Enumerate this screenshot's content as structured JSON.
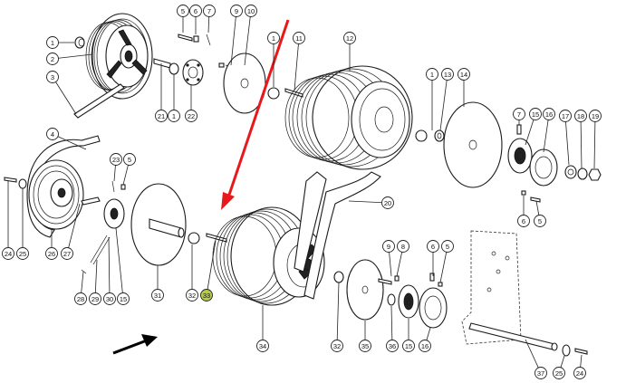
{
  "diagram": {
    "callouts": [
      {
        "n": "1"
      },
      {
        "n": "2"
      },
      {
        "n": "3"
      },
      {
        "n": "4"
      },
      {
        "n": "5"
      },
      {
        "n": "6"
      },
      {
        "n": "7"
      },
      {
        "n": "9"
      },
      {
        "n": "10"
      },
      {
        "n": "1"
      },
      {
        "n": "11"
      },
      {
        "n": "12"
      },
      {
        "n": "1"
      },
      {
        "n": "13"
      },
      {
        "n": "14"
      },
      {
        "n": "7"
      },
      {
        "n": "15"
      },
      {
        "n": "16"
      },
      {
        "n": "17"
      },
      {
        "n": "18"
      },
      {
        "n": "19"
      },
      {
        "n": "21"
      },
      {
        "n": "1"
      },
      {
        "n": "22"
      },
      {
        "n": "23"
      },
      {
        "n": "5"
      },
      {
        "n": "24"
      },
      {
        "n": "25"
      },
      {
        "n": "26"
      },
      {
        "n": "27"
      },
      {
        "n": "28"
      },
      {
        "n": "29"
      },
      {
        "n": "30"
      },
      {
        "n": "15"
      },
      {
        "n": "31"
      },
      {
        "n": "32"
      },
      {
        "n": "33"
      },
      {
        "n": "34"
      },
      {
        "n": "20"
      },
      {
        "n": "6"
      },
      {
        "n": "5"
      },
      {
        "n": "9"
      },
      {
        "n": "8"
      },
      {
        "n": "6"
      },
      {
        "n": "5"
      },
      {
        "n": "32"
      },
      {
        "n": "35"
      },
      {
        "n": "36"
      },
      {
        "n": "15"
      },
      {
        "n": "16"
      },
      {
        "n": "37"
      },
      {
        "n": "25"
      },
      {
        "n": "24"
      }
    ],
    "highlight_color": "#b5c94a",
    "arrow_color": "#e8191c"
  }
}
